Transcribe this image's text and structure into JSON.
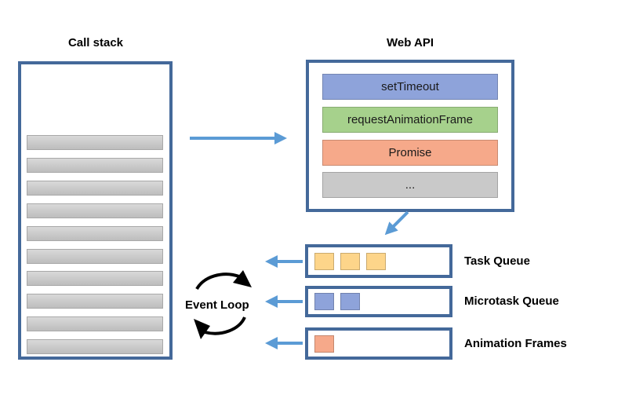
{
  "call_stack": {
    "title": "Call stack",
    "frame_count": 10
  },
  "web_api": {
    "title": "Web API",
    "items": [
      {
        "label": "setTimeout",
        "color": "#8ea3da"
      },
      {
        "label": "requestAnimationFrame",
        "color": "#a6d18c"
      },
      {
        "label": "Promise",
        "color": "#f6a98a"
      },
      {
        "label": "...",
        "color": "#c9c9c9"
      }
    ]
  },
  "queues": [
    {
      "label": "Task Queue",
      "item_count": 3,
      "item_color": "#fdd58a"
    },
    {
      "label": "Microtask Queue",
      "item_count": 2,
      "item_color": "#8ea3da"
    },
    {
      "label": "Animation Frames",
      "item_count": 1,
      "item_color": "#f6a98a"
    }
  ],
  "event_loop": {
    "label": "Event Loop"
  },
  "colors": {
    "box_border": "#44699a",
    "arrow": "#5b9bd5",
    "loop_arrow": "#000000"
  }
}
